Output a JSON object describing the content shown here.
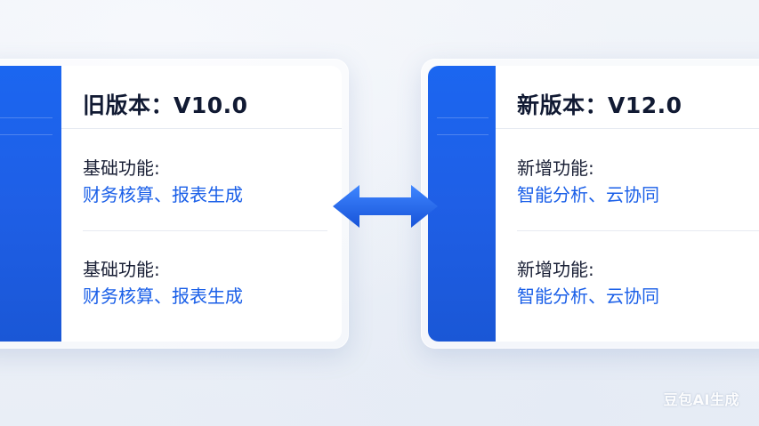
{
  "old_version": {
    "title": "旧版本：V10.0",
    "sections": [
      {
        "label": "基础功能:",
        "value": "财务核算、报表生成"
      },
      {
        "label": "基础功能:",
        "value": "财务核算、报表生成"
      }
    ]
  },
  "new_version": {
    "title": "新版本：V12.0",
    "sections": [
      {
        "label": "新增功能:",
        "value": "智能分析、云协同"
      },
      {
        "label": "新增功能:",
        "value": "智能分析、云协同"
      }
    ]
  },
  "arrow": {
    "icon": "double-arrow-icon",
    "color": "#1f63ef"
  },
  "colors": {
    "accent": "#1b66f0",
    "value_text": "#1a5fe8",
    "title_text": "#111a33"
  },
  "watermark": "豆包AI生成"
}
